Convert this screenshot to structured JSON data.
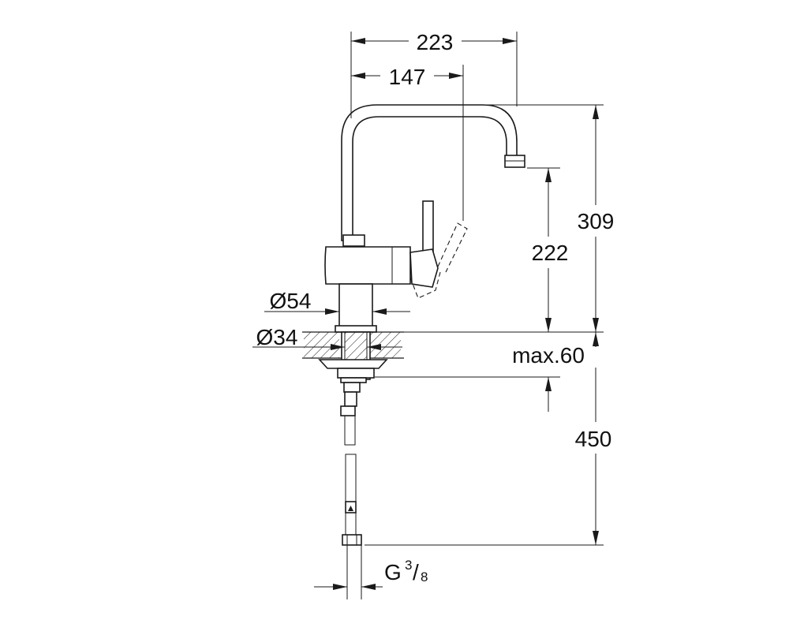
{
  "dimensions": {
    "width_total": "223",
    "width_spout": "147",
    "height_total": "309",
    "height_outlet": "222",
    "diameter_body": "Ø54",
    "diameter_hole": "Ø34",
    "counter_thickness": "max.60",
    "hose_length": "450",
    "thread_prefix": "G",
    "thread_numerator": "3",
    "thread_slash": "/",
    "thread_denominator": "8"
  }
}
